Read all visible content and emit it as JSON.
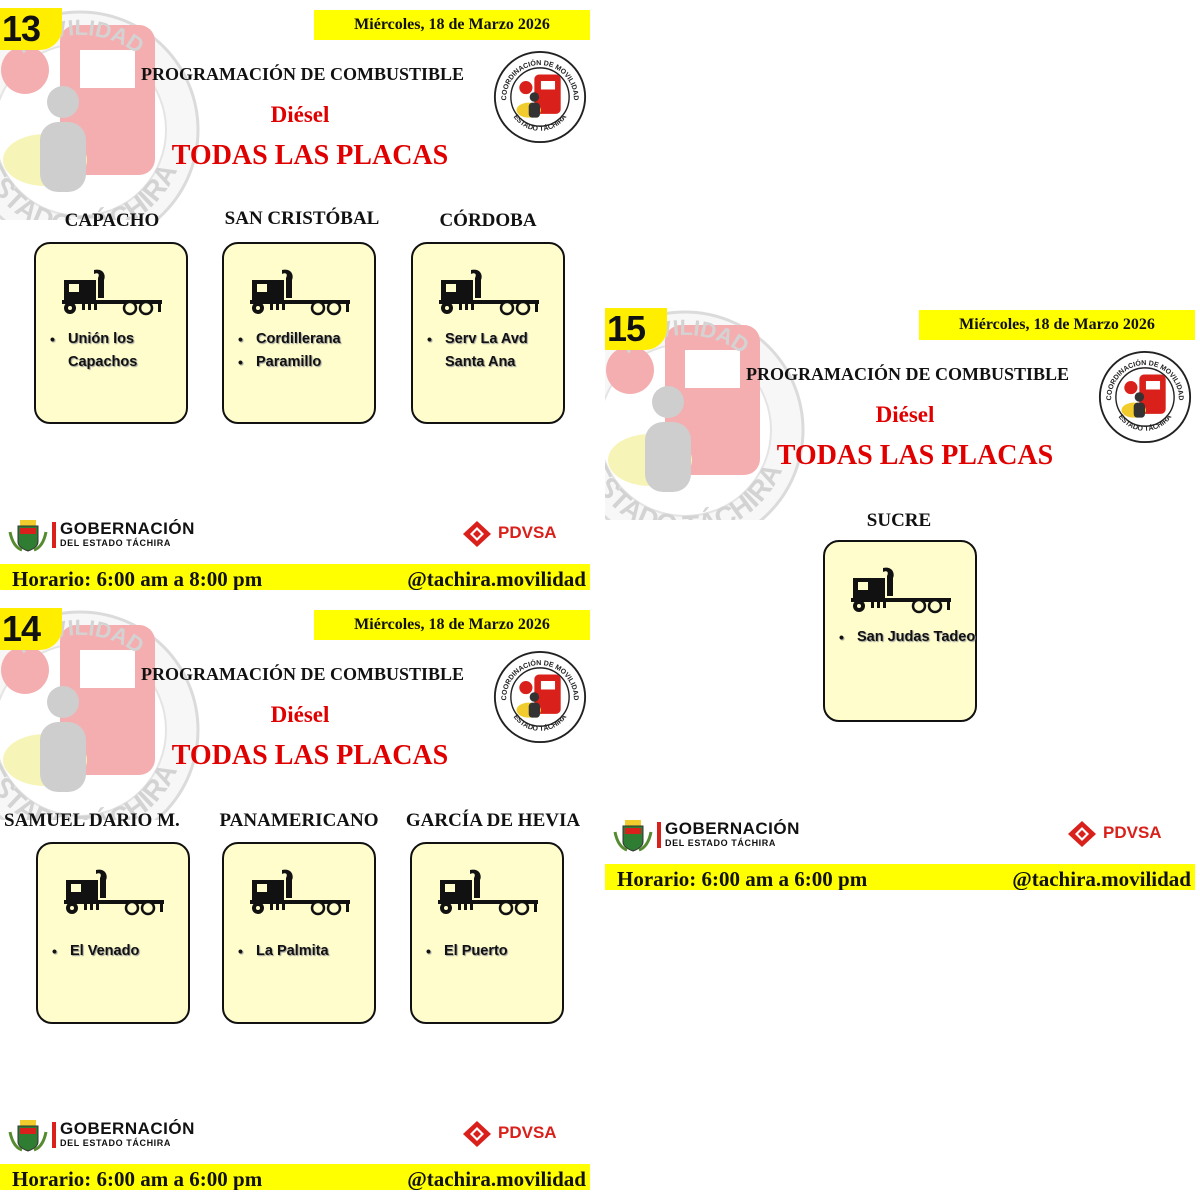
{
  "colors": {
    "accent_yellow": "#ffff00",
    "title_red": "#e00000",
    "card_fill": "#fffdcc",
    "pdvsa_red": "#d9201a"
  },
  "panels": [
    {
      "number": "13",
      "date": "Miércoles, 18 de Marzo 2026",
      "title": "PROGRAMACIÓN DE COMBUSTIBLE",
      "fuel": "Diésel",
      "plates": "TODAS LAS PLACAS",
      "seal": {
        "top_text": "COORDINACIÓN DE MOVILIDAD",
        "bottom_text": "ESTADO TÁCHIRA"
      },
      "watermark": {
        "top_text": "MOVILIDAD",
        "bottom_text": "ESTADO TÁCHIRA"
      },
      "locations": [
        {
          "name": "CAPACHO",
          "icon": "truck-icon",
          "stations": [
            "Unión los Capachos"
          ]
        },
        {
          "name": "SAN CRISTÓBAL",
          "icon": "truck-icon",
          "stations": [
            "Cordillerana",
            "Paramillo"
          ]
        },
        {
          "name": "CÓRDOBA",
          "icon": "truck-icon",
          "stations": [
            "Serv La Avd Santa Ana"
          ]
        }
      ],
      "gob_title": "GOBERNACIÓN",
      "gob_sub": "DEL ESTADO TÁCHIRA",
      "pdvsa": "PDVSA",
      "hours": "Horario: 6:00 am a 8:00 pm",
      "handle": "@tachira.movilidad"
    },
    {
      "number": "14",
      "date": "Miércoles, 18 de Marzo 2026",
      "title": "PROGRAMACIÓN DE COMBUSTIBLE",
      "fuel": "Diésel",
      "plates": "TODAS LAS PLACAS",
      "seal": {
        "top_text": "COORDINACIÓN DE MOVILIDAD",
        "bottom_text": "ESTADO TÁCHIRA"
      },
      "watermark": {
        "top_text": "MOVILIDAD",
        "bottom_text": "ESTADO TÁCHIRA"
      },
      "locations": [
        {
          "name": "SAMUEL DARIO M.",
          "icon": "truck-icon",
          "stations": [
            "El Venado"
          ]
        },
        {
          "name": "PANAMERICANO",
          "icon": "truck-icon",
          "stations": [
            "La Palmita"
          ]
        },
        {
          "name": "GARCÍA DE HEVIA",
          "icon": "truck-icon",
          "stations": [
            "El Puerto"
          ]
        }
      ],
      "gob_title": "GOBERNACIÓN",
      "gob_sub": "DEL ESTADO TÁCHIRA",
      "pdvsa": "PDVSA",
      "hours": "Horario: 6:00 am a 6:00 pm",
      "handle": "@tachira.movilidad"
    },
    {
      "number": "15",
      "date": "Miércoles, 18 de Marzo 2026",
      "title": "PROGRAMACIÓN DE COMBUSTIBLE",
      "fuel": "Diésel",
      "plates": "TODAS LAS PLACAS",
      "seal": {
        "top_text": "COORDINACIÓN DE MOVILIDAD",
        "bottom_text": "ESTADO TÁCHIRA"
      },
      "watermark": {
        "top_text": "MOVILIDAD",
        "bottom_text": "ESTADO TÁCHIRA"
      },
      "locations": [
        {
          "name": "SUCRE",
          "icon": "truck-icon",
          "stations": [
            "San Judas Tadeo"
          ]
        }
      ],
      "gob_title": "GOBERNACIÓN",
      "gob_sub": "DEL ESTADO TÁCHIRA",
      "pdvsa": "PDVSA",
      "hours": "Horario: 6:00 am a 6:00 pm",
      "handle": "@tachira.movilidad"
    }
  ]
}
